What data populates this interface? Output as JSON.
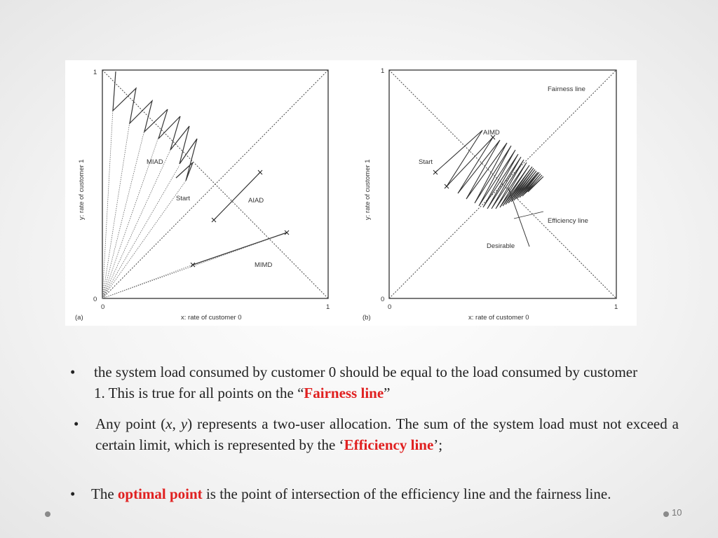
{
  "figure": {
    "panel_a": {
      "tag": "(a)",
      "y_axis_label": "y: rate of customer 1",
      "x_axis_label": "x: rate of customer 0",
      "tick_one_y": "1",
      "tick_zero_y": "0",
      "tick_zero_x": "0",
      "tick_one_x": "1",
      "labels": {
        "miad": "MIAD",
        "start": "Start",
        "aiad": "AIAD",
        "mimd": "MIMD"
      }
    },
    "panel_b": {
      "tag": "(b)",
      "y_axis_label": "y: rate of customer 1",
      "x_axis_label": "x: rate of customer 0",
      "tick_one_y": "1",
      "tick_zero_y": "0",
      "tick_zero_x": "0",
      "tick_one_x": "1",
      "labels": {
        "fairness": "Fairness line",
        "aimd": "AIMD",
        "start": "Start",
        "efficiency": "Efficiency line",
        "desirable": "Desirable"
      }
    }
  },
  "bullets": {
    "b1": {
      "mark": "•",
      "before": "the system load consumed by customer 0 should be equal to the load consumed by customer 1. This is true for all points on the “",
      "highlight": "Fairness line",
      "after": "”"
    },
    "b2": {
      "mark": "•",
      "before": "Any point (",
      "var_x": "x",
      "comma": ", ",
      "var_y": "y",
      "mid": ") represents a two-user allocation. The sum of the system load must not exceed a certain limit, which is represented by the ‘",
      "highlight": "Efficiency line",
      "after": "’;"
    },
    "b3": {
      "mark": "•",
      "before": "The ",
      "highlight": "optimal point",
      "after": " is the point of intersection of the efficiency line and the fairness line."
    }
  },
  "slide_number": "10",
  "colors": {
    "highlight": "#e02020",
    "text": "#222222"
  }
}
